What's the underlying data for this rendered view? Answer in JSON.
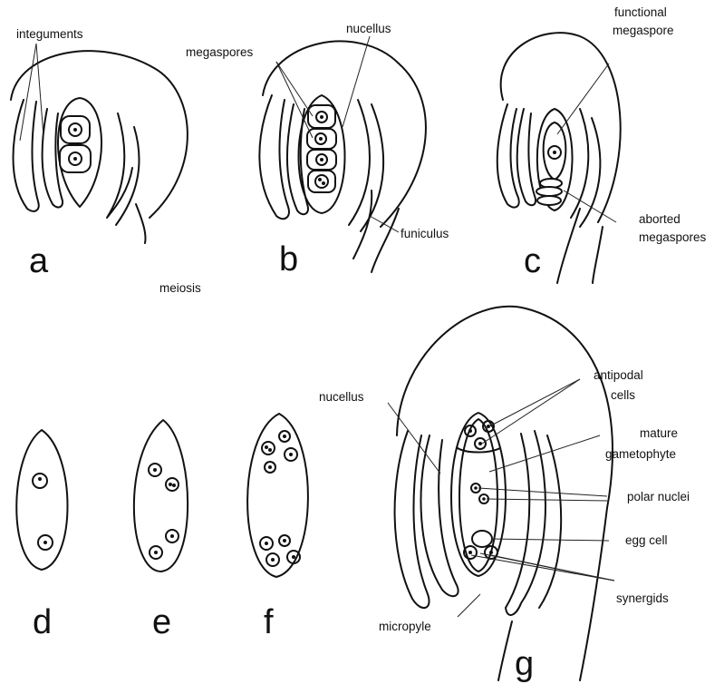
{
  "panels": {
    "a": "a",
    "b": "b",
    "c": "c",
    "d": "d",
    "e": "e",
    "f": "f",
    "g": "g"
  },
  "labels": {
    "integuments": "integuments",
    "megaspores": "megaspores",
    "nucellus_b": "nucellus",
    "functional_megaspore_1": "functional",
    "functional_megaspore_2": "megaspore",
    "funiculus": "funiculus",
    "aborted_megaspores_1": "aborted",
    "aborted_megaspores_2": "megaspores",
    "meiosis": "meiosis",
    "nucellus_g": "nucellus",
    "antipodal_cells_1": "antipodal",
    "antipodal_cells_2": "cells",
    "mature_gametophyte_1": "mature",
    "mature_gametophyte_2": "gametophyte",
    "polar_nuclei": "polar nuclei",
    "egg_cell": "egg cell",
    "synergids": "synergids",
    "micropyle": "micropyle"
  }
}
